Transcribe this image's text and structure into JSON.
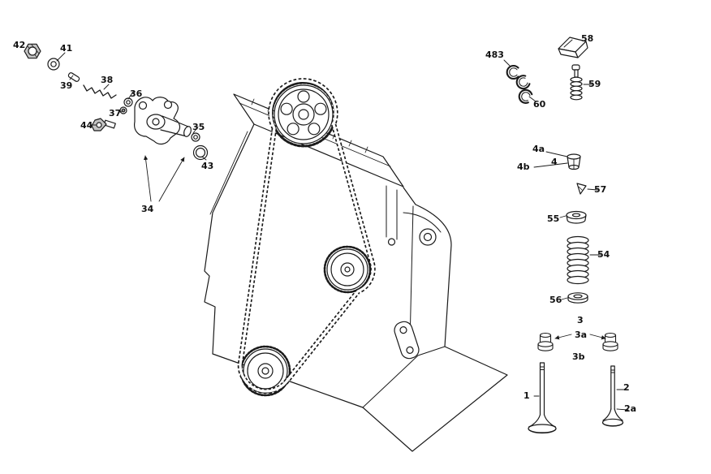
{
  "title": "Engine timing drive and valve train exploded parts diagram",
  "colors": {
    "background": "#ffffff",
    "line": "#1a1a1a"
  },
  "labels": {
    "42": "42",
    "41": "41",
    "39": "39",
    "38": "38",
    "36": "36",
    "37": "37",
    "44": "44",
    "35": "35",
    "43": "43",
    "34": "34",
    "483": "483",
    "58": "58",
    "59": "59",
    "60": "60",
    "4a": "4a",
    "4b": "4b",
    "4": "4",
    "57": "57",
    "55": "55",
    "54": "54",
    "56": "56",
    "3": "3",
    "3a": "3a",
    "3b": "3b",
    "1": "1",
    "2": "2",
    "2a": "2a"
  }
}
